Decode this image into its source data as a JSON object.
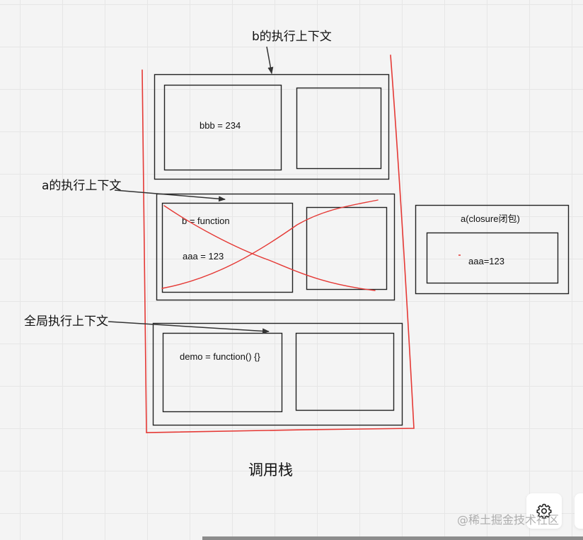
{
  "labels": {
    "b_context": "b的执行上下文",
    "a_context": "a的执行上下文",
    "global_context": "全局执行上下文",
    "call_stack": "调用栈"
  },
  "frames": {
    "b": {
      "var": "bbb = 234"
    },
    "a": {
      "line1": "b = function",
      "line2": "aaa = 123"
    },
    "global": {
      "var": "demo = function() {}"
    }
  },
  "closure": {
    "title": "a(closure闭包)",
    "var": "aaa=123"
  },
  "watermark": "@稀土掘金技术社区",
  "icons": {
    "settings": "gear-icon"
  },
  "colors": {
    "stack_outline": "#e53935",
    "arrow": "#333333",
    "box": "#222222"
  }
}
